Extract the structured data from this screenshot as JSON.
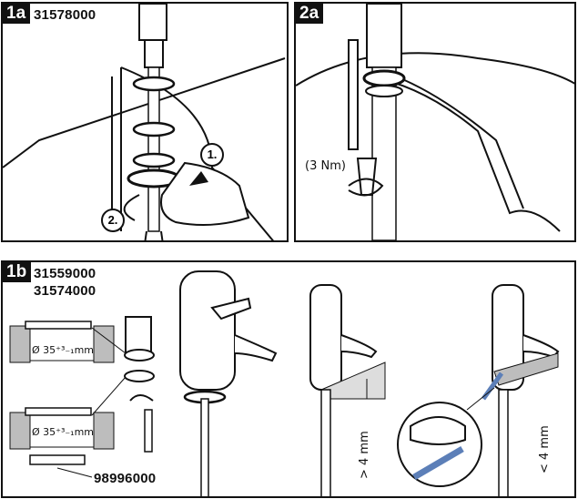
{
  "panel_1a": {
    "step": "1a",
    "part_number": "31578000",
    "callout_1": "1.",
    "callout_2": "2."
  },
  "panel_2a": {
    "step": "2a",
    "torque": "(3 Nm)"
  },
  "panel_1b": {
    "step": "1b",
    "part_number_1": "31559000",
    "part_number_2": "31574000",
    "diameter_top": "Ø 35⁺³₋₁mm",
    "diameter_bottom": "Ø 35⁺³₋₁mm",
    "part_number_bottom": "98996000",
    "gap_min": "> 4 mm",
    "gap_max": "< 4 mm"
  },
  "colors": {
    "ink": "#111111",
    "accent": "#5c7fb8",
    "grey": "#bdbdbd"
  }
}
